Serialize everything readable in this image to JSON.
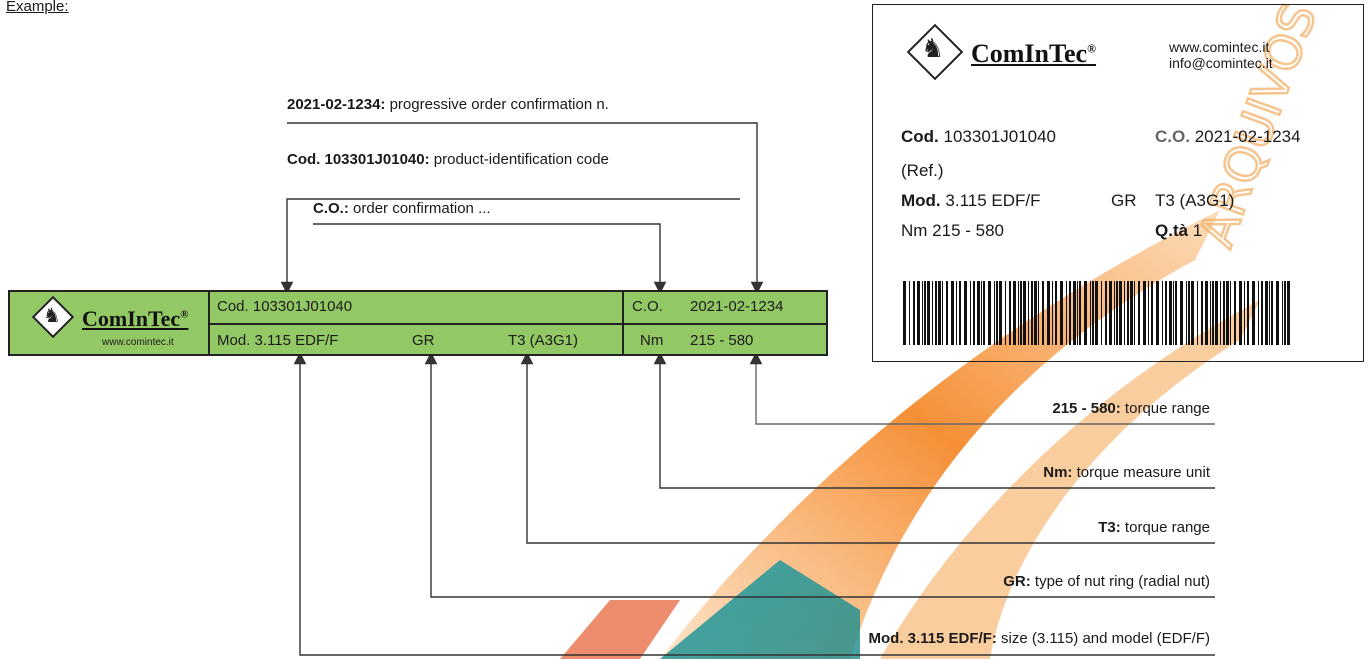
{
  "example_label": "Example:",
  "label_strip": {
    "logo_word": "ComInTec",
    "logo_reg": "®",
    "logo_url": "www.comintec.it",
    "cod": "Cod. 103301J01040",
    "mod": "Mod. 3.115 EDF/F",
    "gr": "GR",
    "t3": "T3 (A3G1)",
    "co_label": "C.O.",
    "co_value": "2021-02-1234",
    "nm_label": "Nm",
    "nm_value": "215 - 580"
  },
  "top_annotations": [
    {
      "bold": "2021-02-1234:",
      "text": " progressive order confirmation n."
    },
    {
      "bold": "Cod. 103301J01040:",
      "text": " product-identification code"
    },
    {
      "bold": "C.O.:",
      "text": " order confirmation ..."
    }
  ],
  "bottom_annotations": [
    {
      "bold": "215 - 580:",
      "text": " torque range"
    },
    {
      "bold": "Nm:",
      "text": " torque measure unit"
    },
    {
      "bold": "T3:",
      "text": " torque range"
    },
    {
      "bold": "GR:",
      "text": " type of nut ring (radial nut)"
    },
    {
      "bold": "Mod. 3.115 EDF/F:",
      "text": " size (3.115) and model (EDF/F)"
    }
  ],
  "card": {
    "logo_word": "ComInTec",
    "logo_reg": "®",
    "web": "www.comintec.it",
    "email": "info@comintec.it",
    "cod_label": "Cod.",
    "cod_value": "103301J01040",
    "co_label": "C.O.",
    "co_value": "2021-02-1234",
    "ref": "(Ref.)",
    "mod_label": "Mod.",
    "mod_value": "3.115 EDF/F",
    "gr": "GR",
    "t3": "T3 (A3G1)",
    "nm": "Nm 215 - 580",
    "qta_label": "Q.tà",
    "qta_value": "1"
  },
  "watermark_text": "ARQUIVOS SEGURADA",
  "colors": {
    "strip_green": "#93c964",
    "watermark_orange": "#f4892a",
    "watermark_teal": "#2a9a9a",
    "line": "#333333"
  }
}
